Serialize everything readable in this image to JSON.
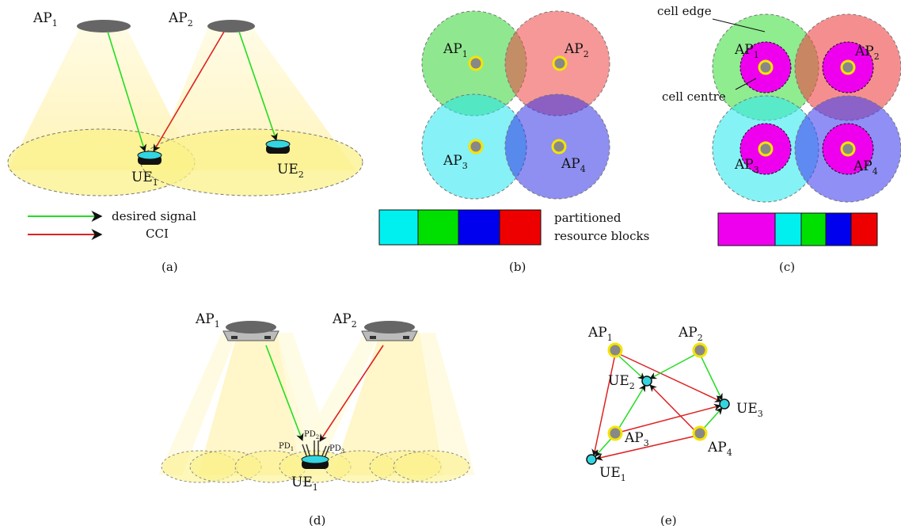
{
  "panel_a": {
    "ap1": {
      "base": "AP",
      "sub": "1"
    },
    "ap2": {
      "base": "AP",
      "sub": "2"
    },
    "ue1": {
      "base": "UE",
      "sub": "1"
    },
    "ue2": {
      "base": "UE",
      "sub": "2"
    },
    "legend_desired": "desired signal",
    "legend_cci": "CCI",
    "caption": "(a)"
  },
  "panel_b": {
    "ap1": {
      "base": "AP",
      "sub": "1"
    },
    "ap2": {
      "base": "AP",
      "sub": "2"
    },
    "ap3": {
      "base": "AP",
      "sub": "3"
    },
    "ap4": {
      "base": "AP",
      "sub": "4"
    },
    "legend_line1": "partitioned",
    "legend_line2": "resource blocks",
    "caption": "(b)"
  },
  "panel_c": {
    "label_cell_edge": "cell edge",
    "label_cell_centre": "cell centre",
    "ap1": {
      "base": "AP",
      "sub": "1"
    },
    "ap2": {
      "base": "AP",
      "sub": "2"
    },
    "ap3": {
      "base": "AP",
      "sub": "3"
    },
    "ap4": {
      "base": "AP",
      "sub": "4"
    },
    "caption": "(c)"
  },
  "panel_d": {
    "ap1": {
      "base": "AP",
      "sub": "1"
    },
    "ap2": {
      "base": "AP",
      "sub": "2"
    },
    "ue1": {
      "base": "UE",
      "sub": "1"
    },
    "pd1": {
      "base": "PD",
      "sub": "1"
    },
    "pd2": {
      "base": "PD",
      "sub": "2"
    },
    "pd3": {
      "base": "PD",
      "sub": "3"
    },
    "caption": "(d)"
  },
  "panel_e": {
    "ap1": {
      "base": "AP",
      "sub": "1"
    },
    "ap2": {
      "base": "AP",
      "sub": "2"
    },
    "ap3": {
      "base": "AP",
      "sub": "3"
    },
    "ap4": {
      "base": "AP",
      "sub": "4"
    },
    "ue1": {
      "base": "UE",
      "sub": "1"
    },
    "ue2": {
      "base": "UE",
      "sub": "2"
    },
    "ue3": {
      "base": "UE",
      "sub": "3"
    },
    "caption": "(e)"
  },
  "colors": {
    "desired_signal": "#22dd22",
    "cci": "#dd2222",
    "light_cone": "#fff6c8",
    "coverage": "#fbf28a",
    "ue_cyan": "#33d6e0",
    "cell_green": "#66e066",
    "cell_red": "#f07070",
    "cell_cyan": "#66ecf0",
    "cell_blue": "#6a6af0",
    "centre_magenta": "#ee00ee",
    "rb_cyan": "#00f0f0",
    "rb_green": "#00e000",
    "rb_blue": "#0000ee",
    "rb_red": "#ee0000",
    "rb_magenta": "#ee00ee"
  }
}
